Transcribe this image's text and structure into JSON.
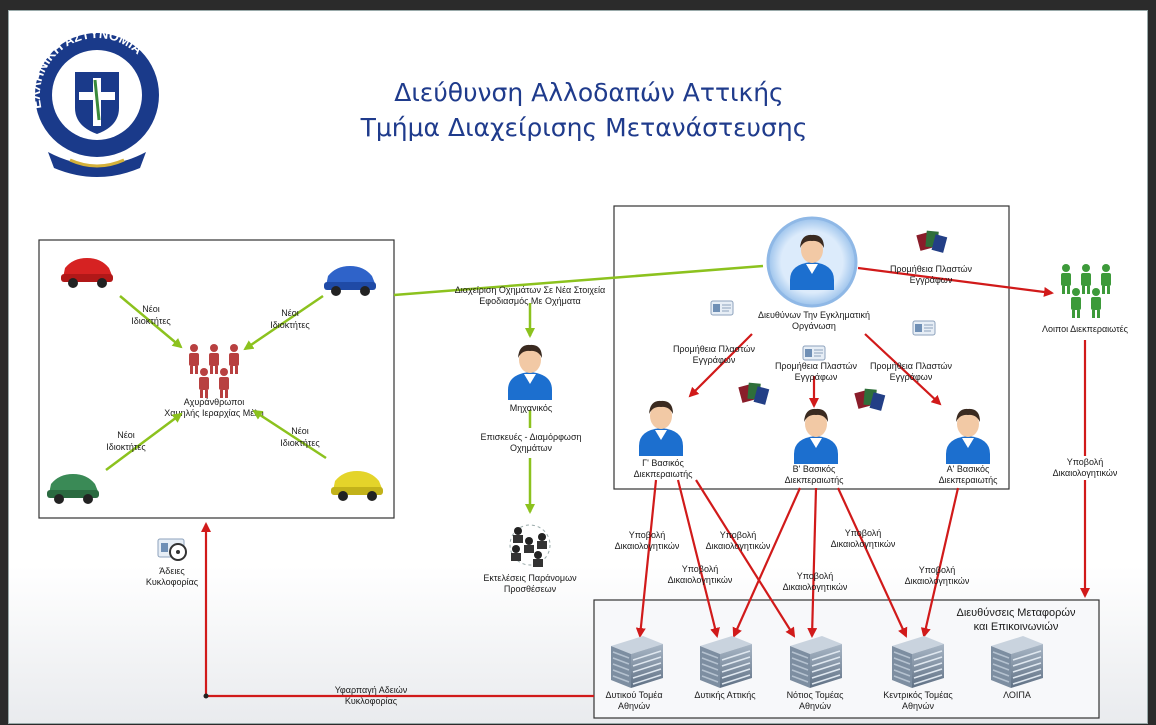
{
  "logo": {
    "text": "ΕΛΛΗΝΙΚΗ ΑΣΤΥΝΟΜΙΑ"
  },
  "title": {
    "line1": "Διεύθυνση Αλλοδαπών Αττικής",
    "line2": "Τμήμα Διαχείρισης Μετανάστευσης"
  },
  "left_box": {
    "new_owners": [
      "Νέοι",
      "Ιδιοκτήτες"
    ],
    "center": [
      "Αχυράνθρωποι",
      "Χαμηλής Ιεραρχίας Μέλη"
    ]
  },
  "flows": {
    "vehicle_mgmt": [
      "Διαχείριση Οχημάτων Σε Νέα Στοιχεία",
      "Εφοδιασμός Με Οχήματα"
    ],
    "mechanic": "Μηχανικός",
    "repairs": [
      "Επισκευές - Διαμόρφωση",
      "Οχημάτων"
    ],
    "illegal_executions": [
      "Εκτελέσεις Παράνομων",
      "Προσθέσεων"
    ],
    "permits": [
      "Άδειες",
      "Κυκλοφορίας"
    ],
    "permit_theft": [
      "Υφαρπαγή Αδειών",
      "Κυκλοφορίας"
    ],
    "others": "Λοιποι Διεκπεραιωτές",
    "submission": [
      "Υποβολή",
      "Δικαιολογητικών"
    ],
    "supply": [
      "Προμήθεια Πλαστών",
      "Εγγράφων"
    ]
  },
  "org": {
    "leader": [
      "Διευθύνων Την Εγκληματική",
      "Οργάνωση"
    ],
    "c": [
      "Γ' Βασικός",
      "Διεκπεραιωτής"
    ],
    "b": [
      "Β' Βασικός",
      "Διεκπεραιωτής"
    ],
    "a": [
      "Α' Βασικός",
      "Διεκπεραιωτής"
    ]
  },
  "transport": {
    "title": [
      "Διευθύνσεις Μεταφορών",
      "και Επικοινωνιών"
    ],
    "buildings": [
      [
        "Δυτικού Τομέα",
        "Αθηνών"
      ],
      [
        "Δυτικής Αττικής"
      ],
      [
        "Νότιος Τομέας",
        "Αθηνών"
      ],
      [
        "Κεντρικός Τομέας",
        "Αθηνών"
      ],
      [
        "ΛΟΙΠΑ"
      ]
    ]
  },
  "colors": {
    "title": "#1f3b8c",
    "red_arrow": "#d11a1a",
    "green_arrow": "#8cc21e",
    "person_shirt": "#1c6fcf",
    "others_people": "#3d9a3a",
    "building": "#6d7f93"
  },
  "icons": [
    "police-logo",
    "car-icon",
    "person-icon",
    "people-group-icon",
    "document-icon",
    "passport-icon",
    "building-icon",
    "steering-license-icon"
  ]
}
